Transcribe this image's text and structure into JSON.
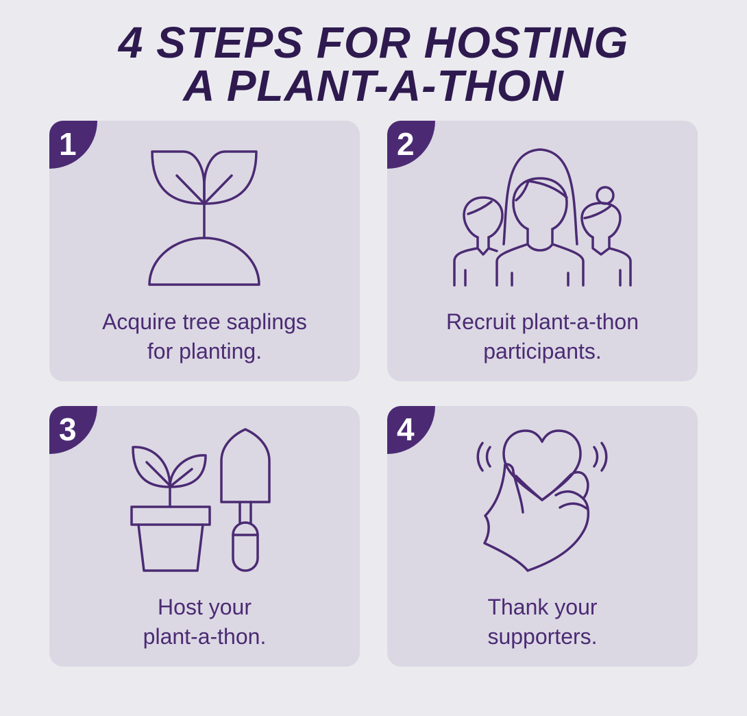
{
  "title": {
    "line1": "4 STEPS FOR HOSTING",
    "line2": "A PLANT-A-THON"
  },
  "colors": {
    "background": "#ebebef",
    "card": "#dbd8e3",
    "accent": "#4b2a73",
    "title": "#2e1a4f"
  },
  "steps": [
    {
      "number": "1",
      "icon": "sprout-icon",
      "caption_line1": "Acquire tree saplings",
      "caption_line2": "for planting."
    },
    {
      "number": "2",
      "icon": "people-group-icon",
      "caption_line1": "Recruit plant-a-thon",
      "caption_line2": "participants."
    },
    {
      "number": "3",
      "icon": "potted-plant-trowel-icon",
      "caption_line1": "Host your",
      "caption_line2": "plant-a-thon."
    },
    {
      "number": "4",
      "icon": "hand-heart-icon",
      "caption_line1": "Thank your",
      "caption_line2": "supporters."
    }
  ]
}
